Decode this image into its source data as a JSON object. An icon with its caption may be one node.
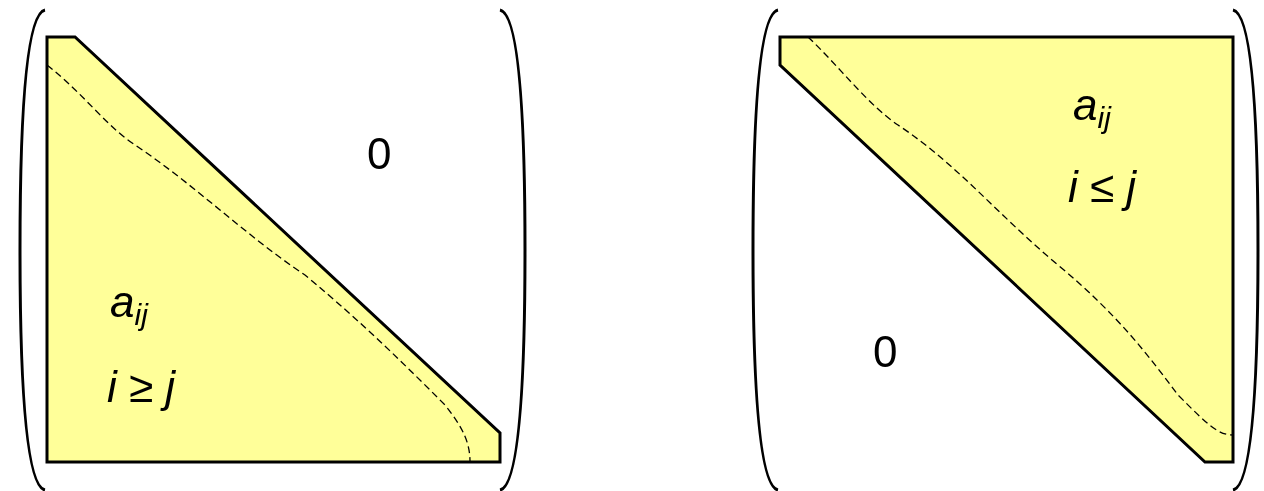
{
  "diagram": {
    "nodes": [
      {
        "text": [
          "a$_{ij}$",
          "i ≥ j"
        ]
      },
      {
        "text": [
          "a$_{ij}$",
          "i ≤ j"
        ]
      }
    ],
    "labels": [
      "0",
      "0"
    ]
  }
}
